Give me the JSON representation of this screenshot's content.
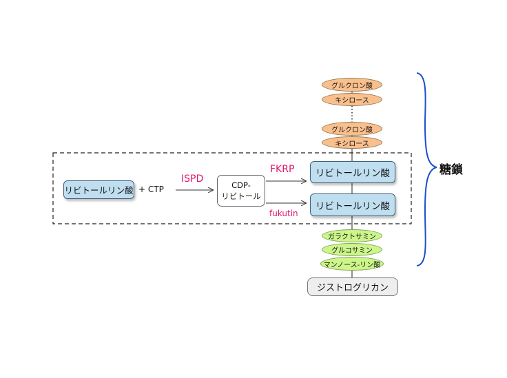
{
  "glycan_units": {
    "top": [
      "グルクロン酸",
      "キシロース",
      "グルクロン酸",
      "キシロース"
    ],
    "bottom": [
      "ガラクトサミン",
      "グルコサミン",
      "マンノース-リン酸"
    ]
  },
  "ribitol_phosphate": [
    "リビトールリン酸",
    "リビトールリン酸"
  ],
  "core_protein": "ジストログリカン",
  "pathway": {
    "substrate": "リビトールリン酸",
    "cofactor": "+ CTP",
    "enzyme_1": "ISPD",
    "intermediate_line1": "CDP-",
    "intermediate_line2": "リビトール",
    "enzyme_2": "FKRP",
    "enzyme_3": "fukutin"
  },
  "brace_label": "糖鎖",
  "colors": {
    "enzyme": "#e0196e",
    "orange_sugar": "#f9c08e",
    "green_sugar": "#ccf58a",
    "ribitol_box": "#bfdff0",
    "brace": "#1a4fc9"
  }
}
